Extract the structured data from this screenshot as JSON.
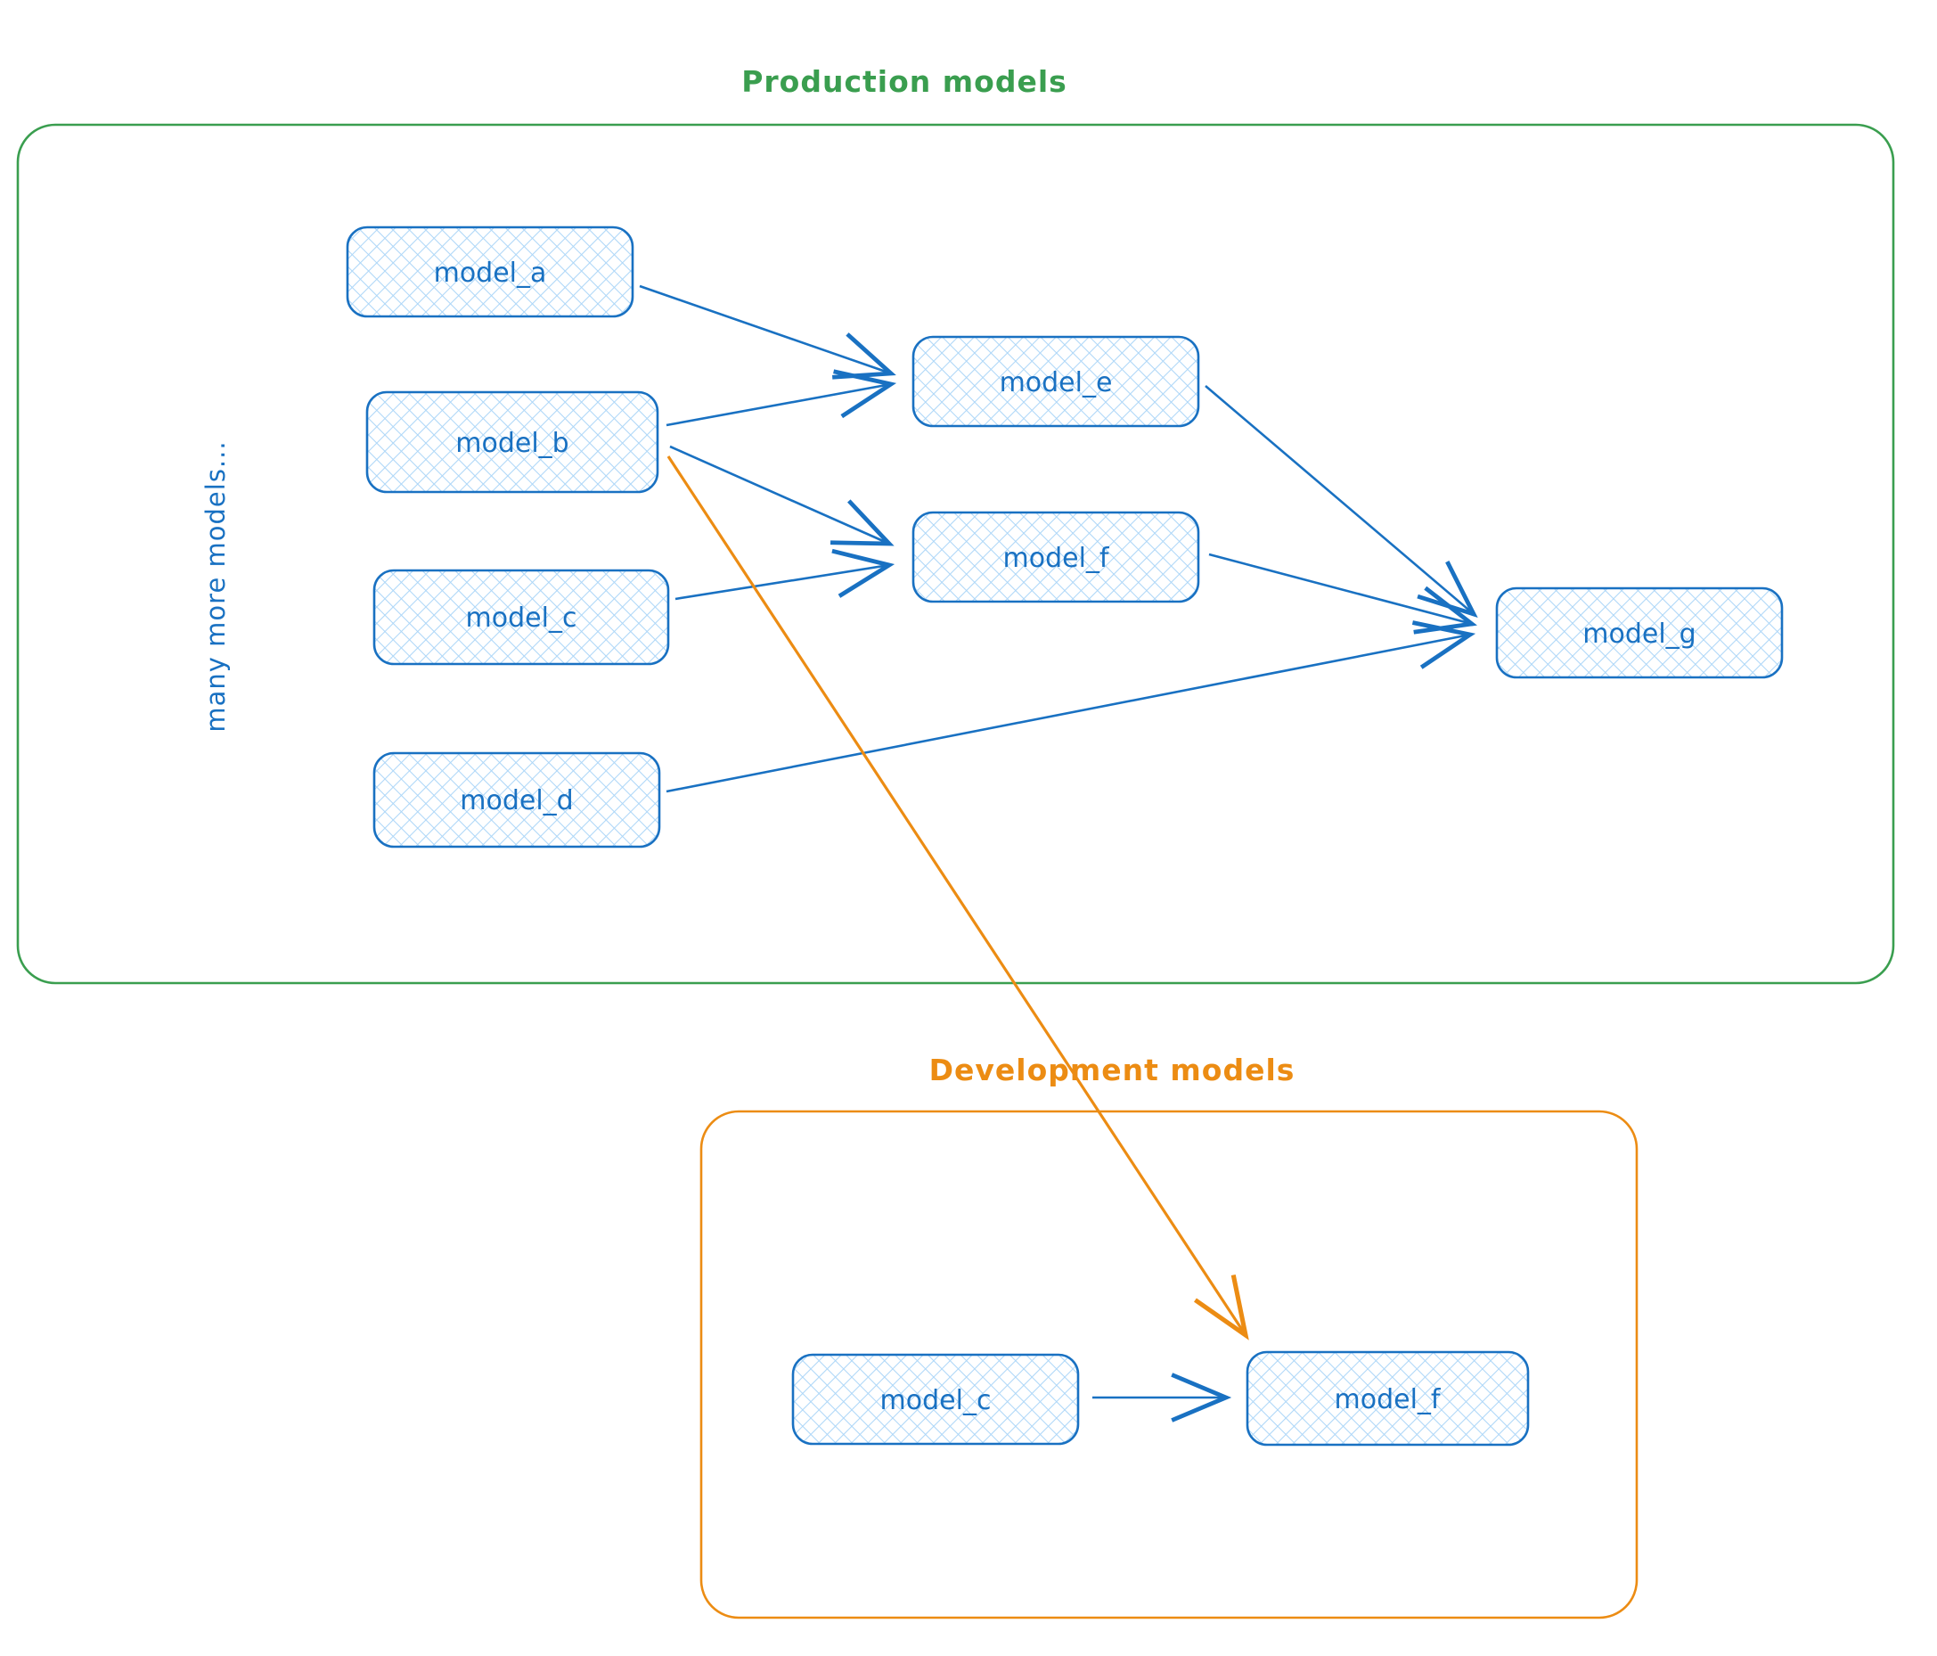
{
  "page": {
    "background": "#ffffff"
  },
  "diagram": {
    "production": {
      "label": "Production models",
      "border_color": "#3a9e4f",
      "label_color": "#3a9e4f",
      "side_note": "many more models...",
      "nodes": [
        {
          "id": "model_a",
          "label": "model_a"
        },
        {
          "id": "model_b",
          "label": "model_b"
        },
        {
          "id": "model_c",
          "label": "model_c"
        },
        {
          "id": "model_d",
          "label": "model_d"
        },
        {
          "id": "model_e",
          "label": "model_e"
        },
        {
          "id": "model_f",
          "label": "model_f"
        },
        {
          "id": "model_g",
          "label": "model_g"
        }
      ],
      "edges": [
        {
          "from": "model_a",
          "to": "model_e"
        },
        {
          "from": "model_b",
          "to": "model_e"
        },
        {
          "from": "model_b",
          "to": "model_f"
        },
        {
          "from": "model_c",
          "to": "model_f"
        },
        {
          "from": "model_e",
          "to": "model_g"
        },
        {
          "from": "model_f",
          "to": "model_g"
        },
        {
          "from": "model_d",
          "to": "model_g"
        }
      ]
    },
    "development": {
      "label": "Development models",
      "border_color": "#ec8c13",
      "label_color": "#ec8c13",
      "nodes": [
        {
          "id": "dev_model_c",
          "label": "model_c"
        },
        {
          "id": "dev_model_f",
          "label": "model_f"
        }
      ],
      "edges": [
        {
          "from": "dev_model_c",
          "to": "dev_model_f"
        }
      ]
    },
    "cross_edges": [
      {
        "from": "production.model_b",
        "to": "development.dev_model_f",
        "color": "#ec8c13"
      }
    ],
    "node_style": {
      "border_color": "#1971c2",
      "fill_hatch_color": "#aed7f8",
      "text_color": "#1971c2"
    }
  }
}
